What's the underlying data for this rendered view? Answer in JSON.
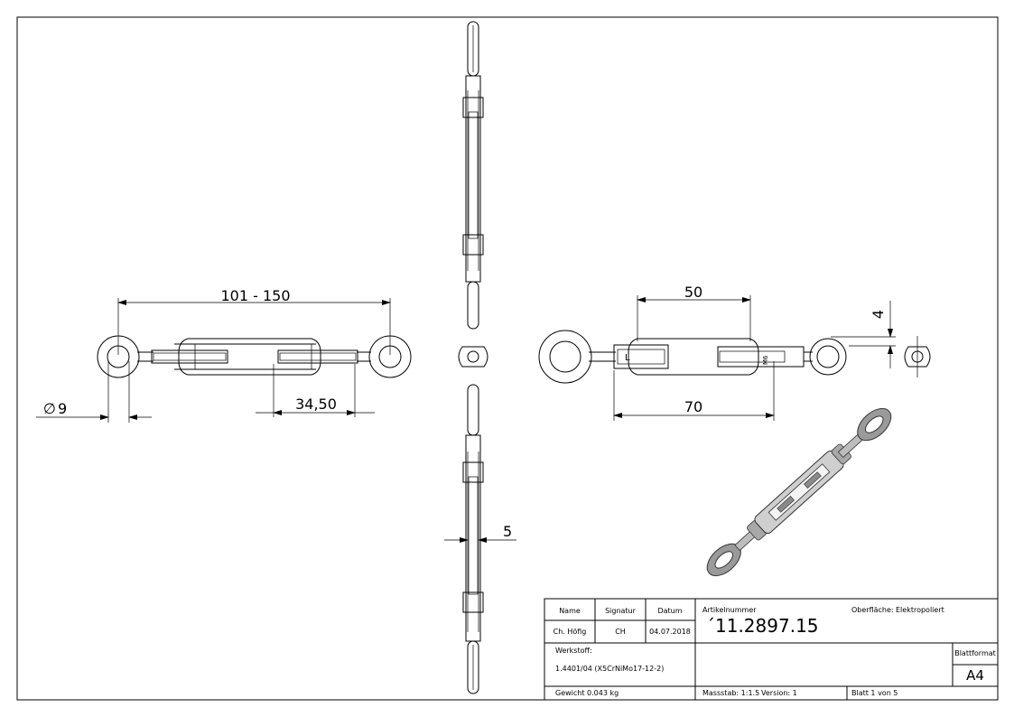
{
  "dimensions": {
    "overall_length": "101 - 150",
    "eye_diameter_symbol": "∅",
    "eye_diameter": "9",
    "thread_length": "34,50",
    "side_width": "5",
    "body_width": "50",
    "body_length": "70",
    "thickness": "4"
  },
  "markings": {
    "left_thread": "L",
    "thread_size": "M6"
  },
  "title_block": {
    "name_label": "Name",
    "signatur_label": "Signatur",
    "datum_label": "Datum",
    "name_value": "Ch. Höfig",
    "signatur_value": "CH",
    "datum_value": "04.07.2018",
    "artikel_label": "Artikelnummer",
    "artikel_value": "´11.2897.15",
    "oberflaeche_label": "Oberfläche:",
    "oberflaeche_value": "Elektropoliert",
    "werkstoff_label": "Werkstoff:",
    "werkstoff_value": "1.4401/04 (X5CrNiMo17-12-2)",
    "blattformat_label": "Blattformat",
    "blattformat_value": "A4",
    "gewicht": "Gewicht 0.043 kg",
    "massstab": "Massstab: 1:1.5",
    "version": "Version: 1",
    "blatt": "Blatt 1 von 5"
  }
}
